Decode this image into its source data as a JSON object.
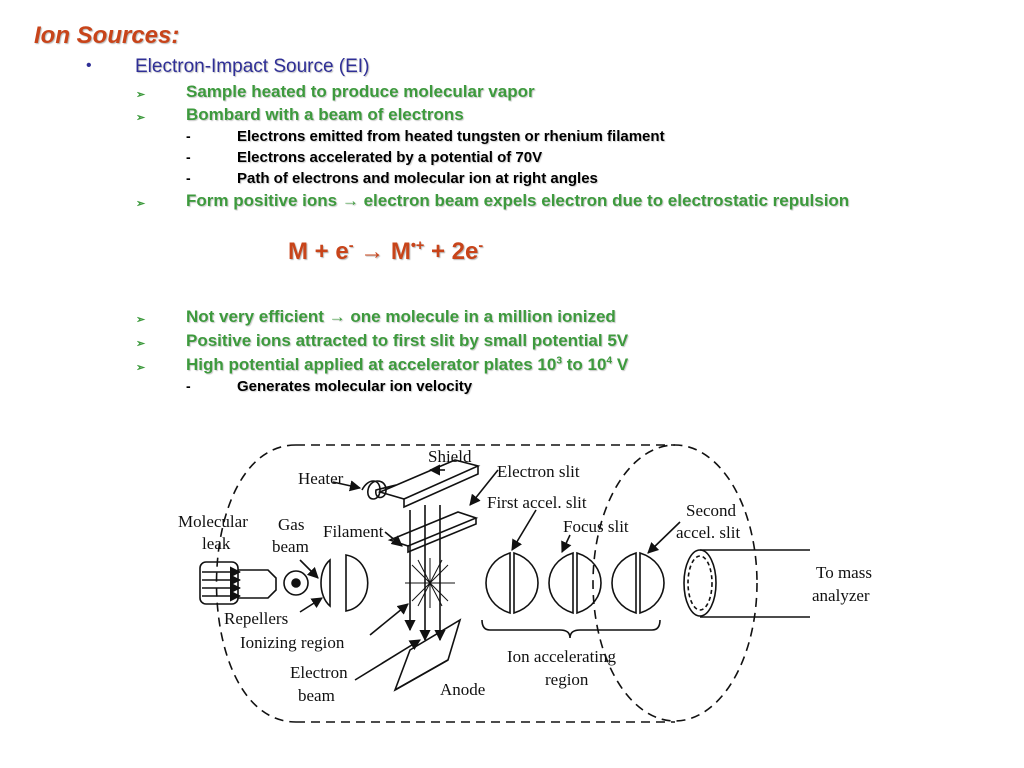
{
  "title": "Ion Sources:",
  "bullet_marker": "•",
  "arrow_marker": "➢",
  "dash_marker": "-",
  "heading": "Electron-Impact Source (EI)",
  "items": {
    "i1": "Sample heated to produce molecular vapor",
    "i2": "Bombard with a beam of electrons",
    "i2_sub1": "Electrons emitted from heated tungsten or rhenium filament",
    "i2_sub2": "Electrons accelerated by a potential of 70V",
    "i2_sub3": "Path of electrons and molecular ion at right angles",
    "i3_a": "Form positive ions",
    "i3_b": " electron beam expels electron due to electrostatic repulsion",
    "i4_a": "Not very efficient",
    "i4_b": " one molecule in a million ionized",
    "i5": "Positive ions attracted to first slit by small potential 5V",
    "i6_a": "High potential applied at accelerator plates 10",
    "i6_exp1": "3",
    "i6_b": " to 10",
    "i6_exp2": "4",
    "i6_c": " V",
    "i6_sub1": "Generates molecular ion velocity"
  },
  "arrow_symbol": "→",
  "equation": {
    "a": "M + e",
    "sup1": "-",
    "b": " M",
    "sup2": "•+",
    "c": " + 2e",
    "sup3": "-"
  },
  "diagram": {
    "shield": "Shield",
    "heater": "Heater",
    "electron_slit": "Electron slit",
    "first_accel_slit": "First accel. slit",
    "molecular_leak_1": "Molecular",
    "molecular_leak_2": "leak",
    "gas_beam_1": "Gas",
    "gas_beam_2": "beam",
    "filament": "Filament",
    "focus_slit": "Focus slit",
    "second_accel_slit_1": "Second",
    "second_accel_slit_2": "accel. slit",
    "to_mass_1": "To mass",
    "to_mass_2": "analyzer",
    "repellers": "Repellers",
    "ionizing_region": "Ionizing region",
    "electron_beam_1": "Electron",
    "electron_beam_2": "beam",
    "anode": "Anode",
    "ion_accel_1": "Ion accelerating",
    "ion_accel_2": "region"
  }
}
